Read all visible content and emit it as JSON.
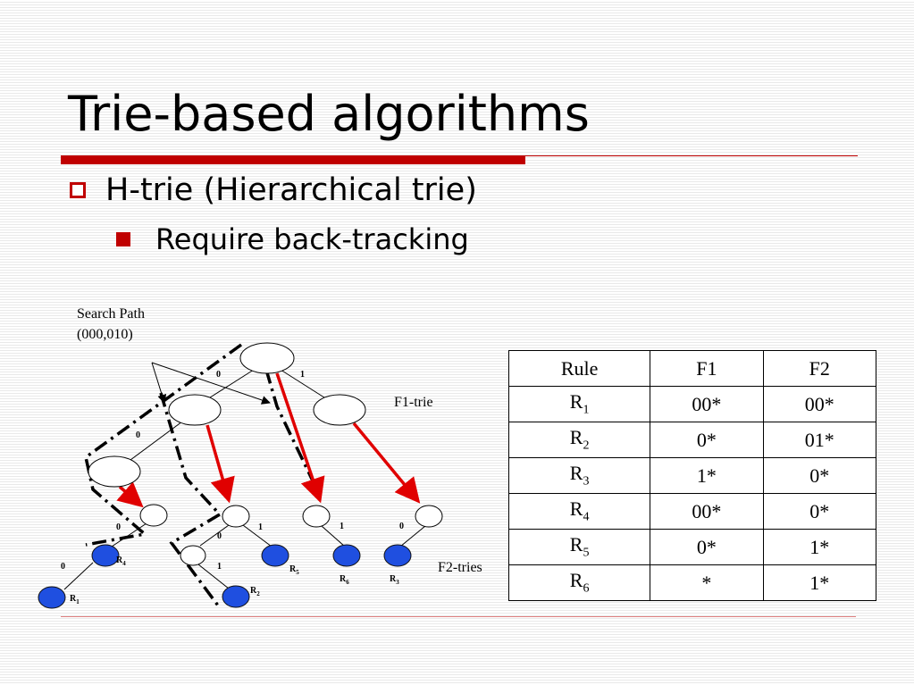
{
  "slide": {
    "title": "Trie-based algorithms",
    "bullet_1": "H-trie (Hierarchical trie)",
    "bullet_2": "Require back-tracking"
  },
  "diagram": {
    "search_path_label": "Search Path",
    "search_path_value": "(000,010)",
    "f1_trie_label": "F1-trie",
    "f2_tries_label": "F2-tries",
    "edge_labels": {
      "root_left": "0",
      "root_right": "1",
      "n1_left": "0",
      "a_left": "0",
      "r4_left": "0",
      "b_left": "0",
      "b_right": "1",
      "bl_right": "1",
      "c_right": "1",
      "d_left": "0"
    },
    "rule_nodes": [
      {
        "letter": "R",
        "index": "1"
      },
      {
        "letter": "R",
        "index": "2"
      },
      {
        "letter": "R",
        "index": "4"
      },
      {
        "letter": "R",
        "index": "5"
      },
      {
        "letter": "R",
        "index": "6"
      },
      {
        "letter": "R",
        "index": "3"
      }
    ],
    "colors": {
      "rule_node_fill": "#1f4fe0",
      "trie_node_fill": "#ffffff",
      "pointer_arrow": "#e00000",
      "accent": "#c00000"
    }
  },
  "table": {
    "headers": [
      "Rule",
      "F1",
      "F2"
    ],
    "rows": [
      {
        "rule": "R",
        "idx": "1",
        "f1": "00*",
        "f2": "00*"
      },
      {
        "rule": "R",
        "idx": "2",
        "f1": "0*",
        "f2": "01*"
      },
      {
        "rule": "R",
        "idx": "3",
        "f1": "1*",
        "f2": "0*"
      },
      {
        "rule": "R",
        "idx": "4",
        "f1": "00*",
        "f2": "0*"
      },
      {
        "rule": "R",
        "idx": "5",
        "f1": "0*",
        "f2": "1*"
      },
      {
        "rule": "R",
        "idx": "6",
        "f1": "*",
        "f2": "1*"
      }
    ]
  }
}
